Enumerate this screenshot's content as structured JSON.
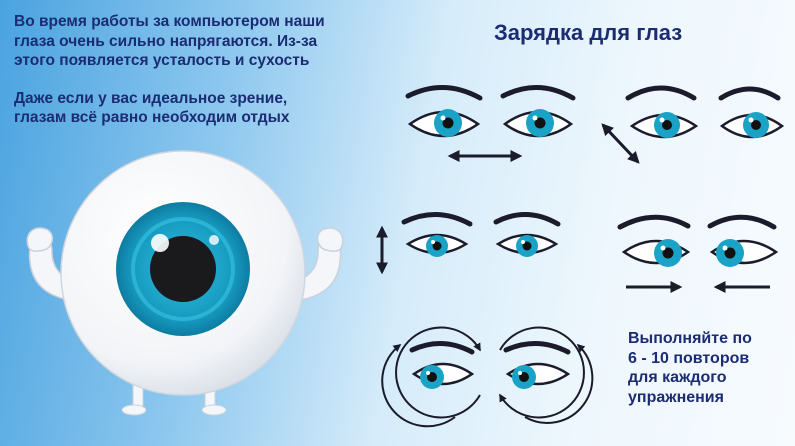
{
  "intro": {
    "line1": "Во время работы за компьютером наши",
    "line2": "глаза очень сильно напрягаются. Из-за",
    "line3": "этого появляется усталость и сухость",
    "line4": "Даже если у вас идеальное зрение,",
    "line5": "глазам всё равно необходим отдых"
  },
  "title": "Зарядка для глаз",
  "note": {
    "line1": "Выполняйте по",
    "line2": "6 - 10 повторов",
    "line3": "для каждого",
    "line4": "упражнения"
  },
  "colors": {
    "text": "#1b2c73",
    "iris": "#1aa3c6",
    "arrow": "#1b1b2b"
  }
}
